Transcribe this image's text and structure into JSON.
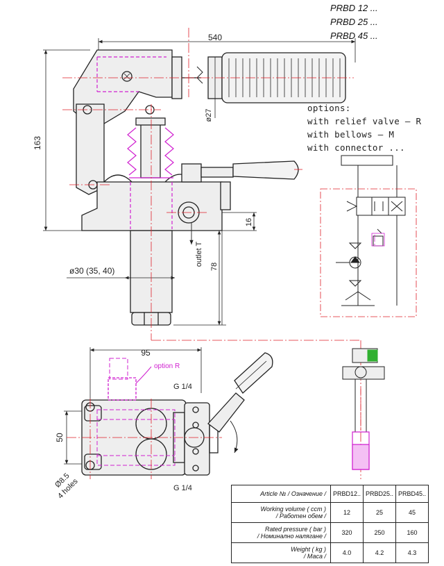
{
  "models": [
    "PRBD 12 ...",
    "PRBD 25 ...",
    "PRBD 45 ..."
  ],
  "options": {
    "title": "options:",
    "items": [
      "with relief valve – R",
      "with bellows – M",
      "with connector ..."
    ]
  },
  "dimensions": {
    "overall_length": "540",
    "height": "163",
    "handle_dia": "ø27",
    "port_offset": "16",
    "outlet": "outlet T",
    "tank_length": "78",
    "tank_dia": "ø30 (35, 40)",
    "base_width": "95",
    "base_depth": "50",
    "holes_dia": "Ø8.5",
    "holes_count": "4 holes",
    "port_top": "G 1/4",
    "port_bottom": "G 1/4",
    "option_r": "option R"
  },
  "spec_table": {
    "header_label": "Article № / Означение /",
    "columns": [
      "PRBD12..",
      "PRBD25..",
      "PRBD45.."
    ],
    "rows": [
      {
        "label_en": "Working volume ( ccm )",
        "label_bg": "/ Работен обем /",
        "values": [
          "12",
          "25",
          "45"
        ]
      },
      {
        "label_en": "Rated pressure ( bar )",
        "label_bg": "/ Номинално налягане /",
        "values": [
          "320",
          "250",
          "160"
        ]
      },
      {
        "label_en": "Weight ( kg )",
        "label_bg": "/ Маса /",
        "values": [
          "4.0",
          "4.2",
          "4.3"
        ]
      }
    ]
  },
  "colors": {
    "line": "#222222",
    "centerline": "#e0202a",
    "hidden": "#d020d0",
    "fill": "#e8e8e8",
    "green": "#30b030"
  }
}
